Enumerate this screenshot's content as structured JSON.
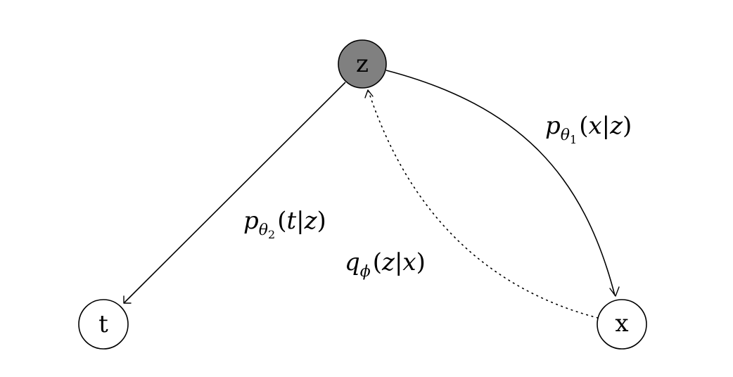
{
  "colors": {
    "latent_fill": "#808080",
    "observed_fill": "#ffffff",
    "stroke": "#000000"
  },
  "nodes": {
    "z": {
      "label": "z"
    },
    "t": {
      "label": "t"
    },
    "x": {
      "label": "x"
    }
  },
  "edges": {
    "p_x_given_z": {
      "base": "p",
      "sub": "θ",
      "subsub": "1",
      "open": "(",
      "var": "x",
      "bar": "|",
      "cond": "z",
      "close": ")"
    },
    "p_t_given_z": {
      "base": "p",
      "sub": "θ",
      "subsub": "2",
      "open": "(",
      "var": "t",
      "bar": "|",
      "cond": "z",
      "close": ")"
    },
    "q_z_given_x": {
      "base": "q",
      "sub": "ϕ",
      "open": "(",
      "var": "z",
      "bar": "|",
      "cond": "x",
      "close": ")"
    }
  }
}
